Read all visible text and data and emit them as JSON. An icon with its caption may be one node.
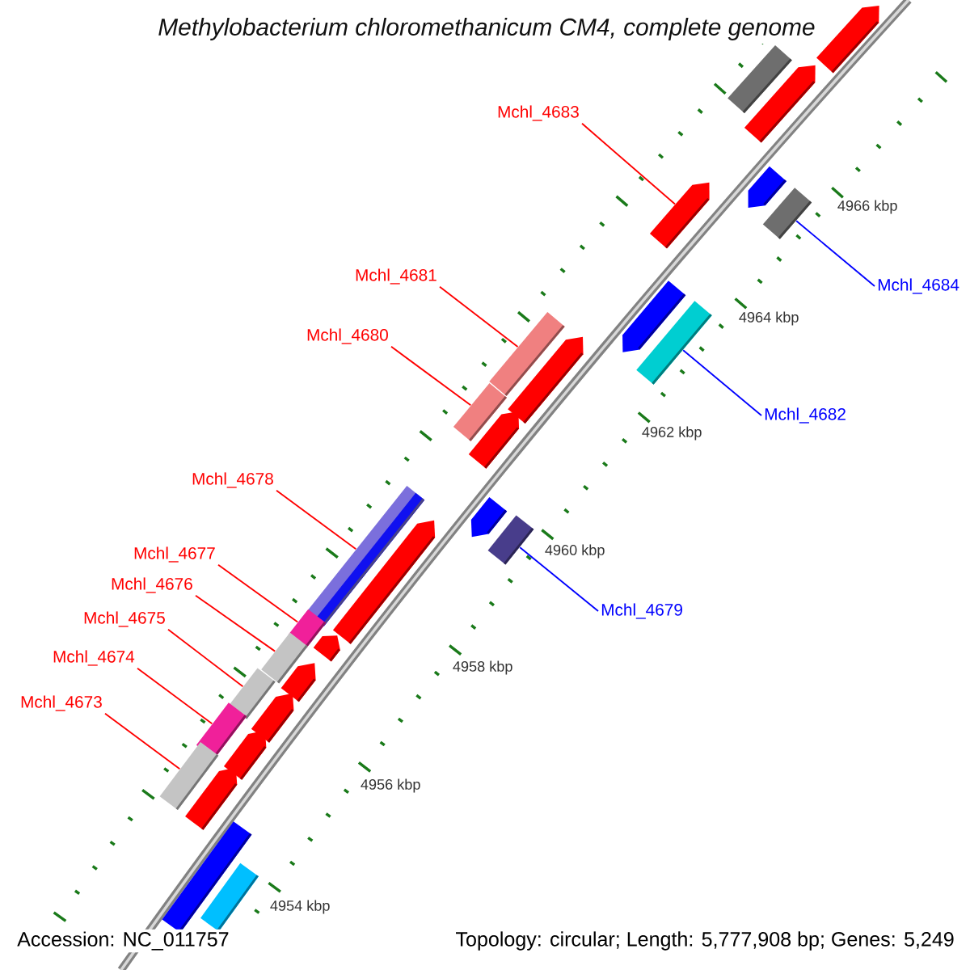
{
  "diagram": {
    "title": "Methylobacterium chloromethanicum CM4, complete genome",
    "nodes": [
      {
        "text": [
          "Mchl_4683"
        ]
      },
      {
        "text": [],
        "shape": "bar"
      },
      {
        "text": [
          "Mchl_4684"
        ]
      },
      {
        "text": [],
        "shape": "bar"
      },
      {
        "text": [
          "Mchl_4681"
        ]
      },
      {
        "text": [],
        "shape": "bar"
      },
      {
        "text": [
          "Mchl_4680"
        ]
      },
      {
        "text": [],
        "shape": "bar"
      },
      {
        "text": [
          "Mchl_4682"
        ]
      },
      {
        "text": [],
        "shape": "bar"
      },
      {
        "text": [
          "Mchl_4678"
        ]
      },
      {
        "text": [],
        "shape": "bar"
      },
      {
        "text": [
          "Mchl_4679"
        ]
      },
      {
        "text": [],
        "shape": "bar"
      },
      {
        "text": [
          "Mchl_4677"
        ]
      },
      {
        "text": [],
        "shape": "bar"
      },
      {
        "text": [
          "Mchl_4676"
        ]
      },
      {
        "text": [],
        "shape": "bar"
      },
      {
        "text": [
          "Mchl_4675"
        ]
      },
      {
        "text": [],
        "shape": "bar"
      },
      {
        "text": [
          "Mchl_4674"
        ]
      },
      {
        "text": [],
        "shape": "bar"
      },
      {
        "text": [
          "Mchl_4673"
        ]
      },
      {
        "text": [],
        "shape": "bar"
      },
      {
        "text": [],
        "shape": "bar"
      },
      {
        "text": [],
        "shape": "bar"
      },
      {
        "text": [],
        "shape": "bar"
      },
      {
        "text": [],
        "shape": "bar"
      },
      {
        "text": [],
        "shape": "bar"
      },
      {
        "text": [],
        "shape": "bar"
      },
      {
        "text": [],
        "shape": "bar"
      },
      {
        "text": [],
        "shape": "bar"
      },
      {
        "text": [],
        "shape": "bar"
      },
      {
        "text": [],
        "shape": "bar"
      },
      {
        "text": [],
        "shape": "bar"
      },
      {
        "text": [],
        "shape": "bar"
      },
      {
        "text": [],
        "shape": "bar"
      },
      {
        "text": [],
        "shape": "bar"
      },
      {
        "text": [],
        "shape": "bar"
      },
      {
        "text": [],
        "shape": "bar"
      }
    ],
    "edges": [
      {
        "from": 0,
        "to": 1,
        "arrow": "none"
      },
      {
        "from": 2,
        "to": 3,
        "arrow": "none",
        "color": "#0000ff"
      },
      {
        "from": 4,
        "to": 5,
        "arrow": "none"
      },
      {
        "from": 6,
        "to": 7,
        "arrow": "none"
      },
      {
        "from": 8,
        "to": 9,
        "arrow": "none",
        "color": "#0000ff"
      },
      {
        "from": 10,
        "to": 11,
        "arrow": "none"
      },
      {
        "from": 12,
        "to": 13,
        "arrow": "none",
        "color": "#0000ff"
      },
      {
        "from": 14,
        "to": 15,
        "arrow": "none"
      },
      {
        "from": 16,
        "to": 17,
        "arrow": "none"
      },
      {
        "from": 18,
        "to": 19,
        "arrow": "none"
      },
      {
        "from": 20,
        "to": 21,
        "arrow": "none"
      },
      {
        "from": 22,
        "to": 23,
        "arrow": "none"
      }
    ],
    "labels": [
      "4966 kbp",
      "4964 kbp",
      "4962 kbp",
      "4960 kbp",
      "4958 kbp",
      "4956 kbp",
      "4954 kbp",
      "Accession: NC_011757",
      "Topology: circular; Length: 5,777,908 bp; Genes: 5,249"
    ]
  }
}
